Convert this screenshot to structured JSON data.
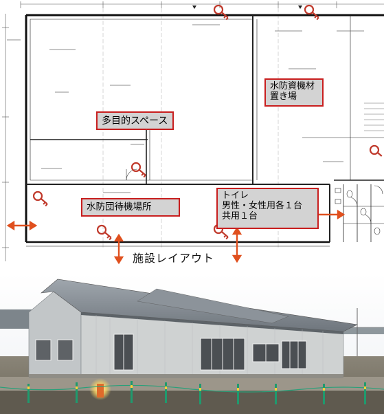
{
  "labels": {
    "multipurpose_space": "多目的スペース",
    "equipment_storage": "水防資機材\n置き場",
    "standby_room": "水防団待機場所",
    "toilet": "トイレ\n男性・女性用各１台\n共用１台"
  },
  "caption": "施設レイアウト",
  "colors": {
    "label_border": "#c81e1e",
    "label_fill": "#d3d3d3",
    "arrow": "#e0501e"
  },
  "icons": {
    "key": "key-icon",
    "arrow": "double-arrow-icon"
  }
}
